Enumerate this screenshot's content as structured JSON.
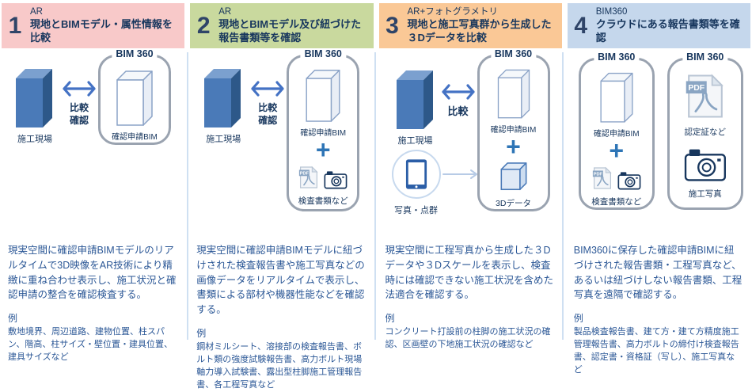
{
  "pdf_badge_text": "PDF",
  "colors": {
    "arrow": "#4472c4",
    "plus": "#2e75b6",
    "cloud_border": "#9aa3b0",
    "divider": "#cfe0f2",
    "heading_text": "#17365d",
    "body_text": "#2b5796",
    "site_box_front": "#4a7ab8"
  },
  "columns": [
    {
      "number": "1",
      "tag": "AR",
      "title": "現地とBIMモデル・属性情報を比較",
      "header_bg": "#f8c9c9",
      "diagram": {
        "site_label": "施工現場",
        "compare_label_line1": "比較",
        "compare_label_line2": "確認",
        "cloud_label": "BIM 360",
        "model_label": "確認申請BIM"
      },
      "description": "現実空間に確認申請BIMモデルのリアルタイムで3D映像をAR技術により精緻に重ね合わせ表示し、施工状況と確認申請の整合を確認検査する。",
      "example_heading": "例",
      "examples": "敷地境界、周辺道路、建物位置、柱スパン、階高、柱サイズ・壁位置・建具位置、建具サイズなど"
    },
    {
      "number": "2",
      "tag": "AR",
      "title": "現地とBIMモデル及び紐づけた報告書類等を確認",
      "header_bg": "#c9d99e",
      "diagram": {
        "site_label": "施工現場",
        "compare_label_line1": "比較",
        "compare_label_line2": "確認",
        "cloud_label": "BIM 360",
        "model_label": "確認申請BIM",
        "plus": "+",
        "docs_label": "検査書類など"
      },
      "description": "現実空間に確認申請BIMモデルに紐づけされた検査報告書や施工写真などの画像データをリアルタイムで表示し、書類による部材や機器性能などを確認する。",
      "example_heading": "例",
      "examples": "鋼材ミルシート、溶接部の検査報告書、ボルト類の強度試験報告書、高力ボルト現場軸力導入試験書、露出型柱脚施工管理報告書、各工程写真など"
    },
    {
      "number": "3",
      "tag": "AR+フォトグラメトリ",
      "title": "現地と施工写真群から生成した３Dデータを比較",
      "header_bg": "#fac896",
      "diagram": {
        "site_label": "施工現場",
        "compare_label": "比較",
        "cloud_label": "BIM 360",
        "model_label": "確認申請BIM",
        "plus": "+",
        "data_label": "3Dデータ",
        "tablet_label": "写真・点群"
      },
      "description": "現実空間に工程写真から生成した３Dデータや３Dスケールを表示し、検査時には確認できない施工状況を含めた法適合を確認する。",
      "example_heading": "例",
      "examples": "コンクリート打設前の柱脚の施工状況の確認、区画壁の下地施工状況の確認など"
    },
    {
      "number": "4",
      "tag": "BIM360",
      "title": "クラウドにある報告書類等を確認",
      "header_bg": "#c5d7ec",
      "diagram": {
        "cloud_label_left": "BIM 360",
        "cloud_label_right": "BIM 360",
        "model_label": "確認申請BIM",
        "plus": "+",
        "docs_label": "検査書類など",
        "pdf_label": "認定証など",
        "photo_label": "施工写真"
      },
      "description": "BIM360に保存した確認申請BIMに紐づけされた報告書類・工程写真など、あるいは紐づけしない報告書類、工程写真を遠隔で確認する。",
      "example_heading": "例",
      "examples": "製品検査報告書、建て方・建て方精度施工管理報告書、高力ボルトの締付け検査報告書、認定書・資格証（写し）、施工写真など"
    }
  ]
}
